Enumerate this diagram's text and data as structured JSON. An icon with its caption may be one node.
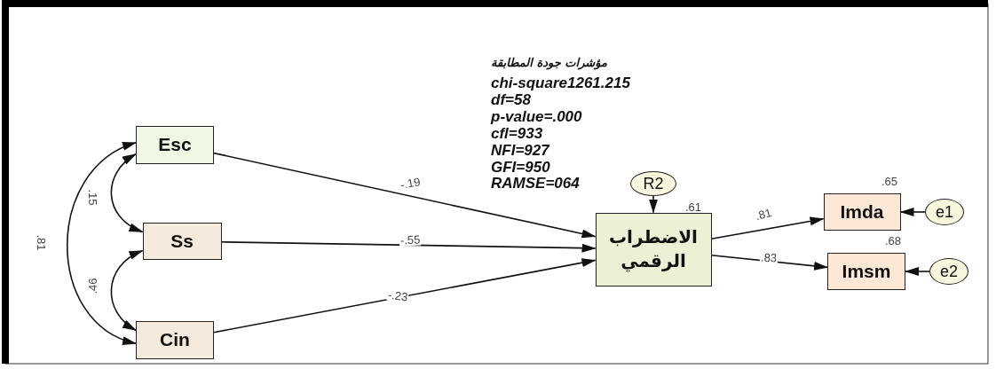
{
  "diagram": {
    "nodes": [
      {
        "text": [
          "Esc"
        ]
      },
      {
        "text": [
          "Ss"
        ]
      },
      {
        "text": [
          "Cin"
        ]
      },
      {
        "text": [
          "الاضطراب الرقمي"
        ],
        "beside": [
          ".61"
        ]
      },
      {
        "text": [
          "R2"
        ]
      },
      {
        "text": [
          "Imda"
        ],
        "beside": [
          ".65"
        ]
      },
      {
        "text": [
          "Imsm"
        ],
        "beside": [
          ".68"
        ]
      },
      {
        "text": [
          "e1"
        ]
      },
      {
        "text": [
          "e2"
        ]
      }
    ],
    "edges": [
      {
        "from": 0,
        "to": 3,
        "arrow": "to",
        "label": "-.19"
      },
      {
        "from": 1,
        "to": 3,
        "arrow": "to",
        "label": "-.55"
      },
      {
        "from": 2,
        "to": 3,
        "arrow": "to",
        "label": "-.23"
      },
      {
        "from": 4,
        "to": 3,
        "arrow": "to"
      },
      {
        "from": 3,
        "to": 5,
        "arrow": "to",
        "label": ".81"
      },
      {
        "from": 3,
        "to": 6,
        "arrow": "to",
        "label": ".83"
      },
      {
        "from": 7,
        "to": 5,
        "arrow": "to"
      },
      {
        "from": 8,
        "to": 6,
        "arrow": "to"
      },
      {
        "from": 0,
        "to": 1,
        "arrow": "both",
        "label": ".15"
      },
      {
        "from": 1,
        "to": 2,
        "arrow": "both",
        "label": ".46"
      },
      {
        "from": 0,
        "to": 2,
        "arrow": "both",
        "label": ".81"
      }
    ],
    "labels": [
      "مؤشرات جودة المطابقة",
      "chi-square1261.215",
      "df=58",
      "p-value=.000",
      "cfl=933",
      "NFI=927",
      "GFI=950",
      "RAMSE=064"
    ]
  }
}
